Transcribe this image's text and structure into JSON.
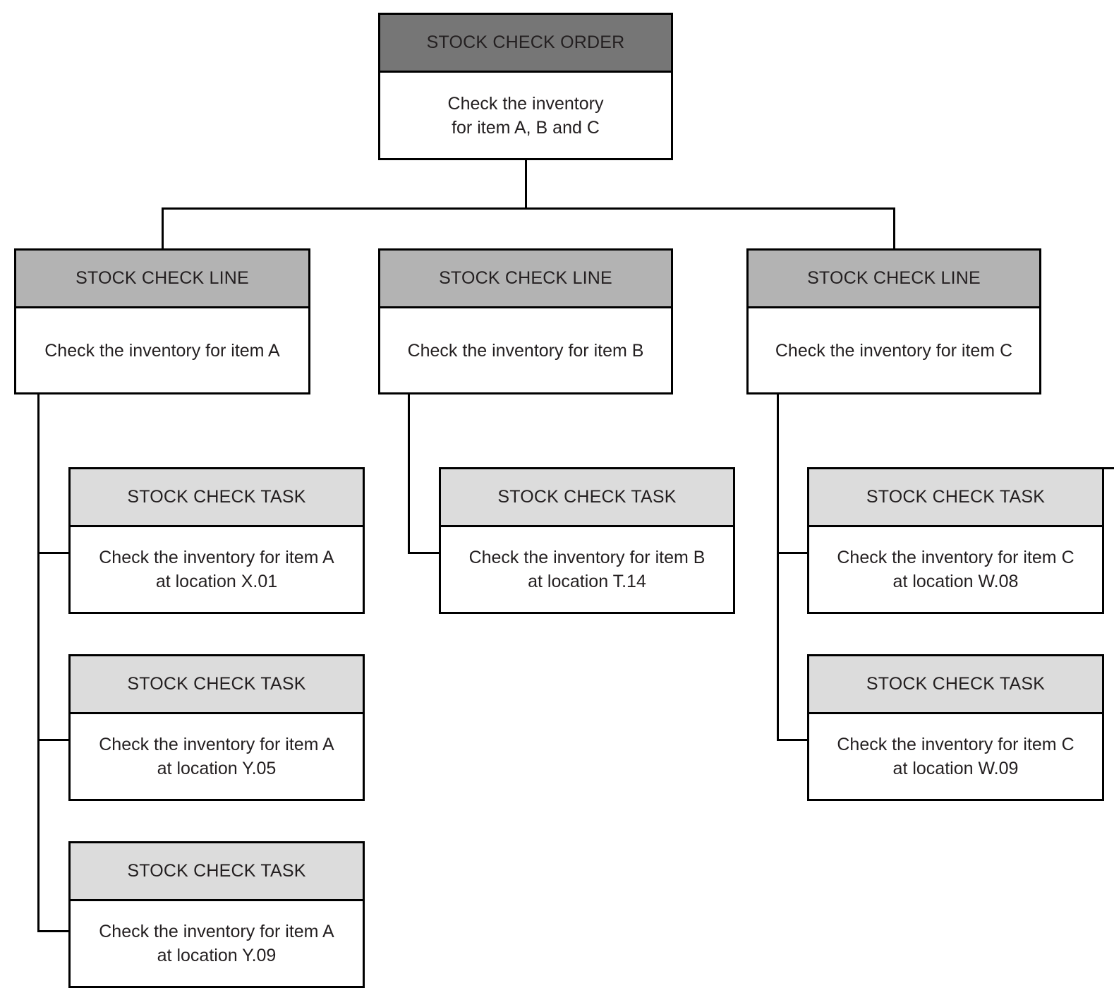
{
  "colors": {
    "order_header_bg": "#767676",
    "line_header_bg": "#b3b3b3",
    "task_header_bg": "#dcdcdc",
    "border": "#000000",
    "text": "#231f20",
    "background": "#ffffff"
  },
  "order": {
    "title": "STOCK CHECK ORDER",
    "description": "Check the inventory\nfor item A, B and C"
  },
  "lines": [
    {
      "title": "STOCK CHECK LINE",
      "description": "Check the inventory for item A"
    },
    {
      "title": "STOCK CHECK LINE",
      "description": "Check the inventory for item B"
    },
    {
      "title": "STOCK CHECK LINE",
      "description": "Check the inventory for item C"
    }
  ],
  "tasks": [
    {
      "title": "STOCK CHECK TASK",
      "description": "Check the inventory for item A\nat location X.01"
    },
    {
      "title": "STOCK CHECK TASK",
      "description": "Check the inventory for item A\nat location Y.05"
    },
    {
      "title": "STOCK CHECK TASK",
      "description": "Check the inventory for item A\nat location Y.09"
    },
    {
      "title": "STOCK CHECK TASK",
      "description": "Check the inventory for item B\nat location T.14"
    },
    {
      "title": "STOCK CHECK TASK",
      "description": "Check the inventory for item C\nat location W.08"
    },
    {
      "title": "STOCK CHECK TASK",
      "description": "Check the inventory for item C\nat location W.09"
    }
  ]
}
